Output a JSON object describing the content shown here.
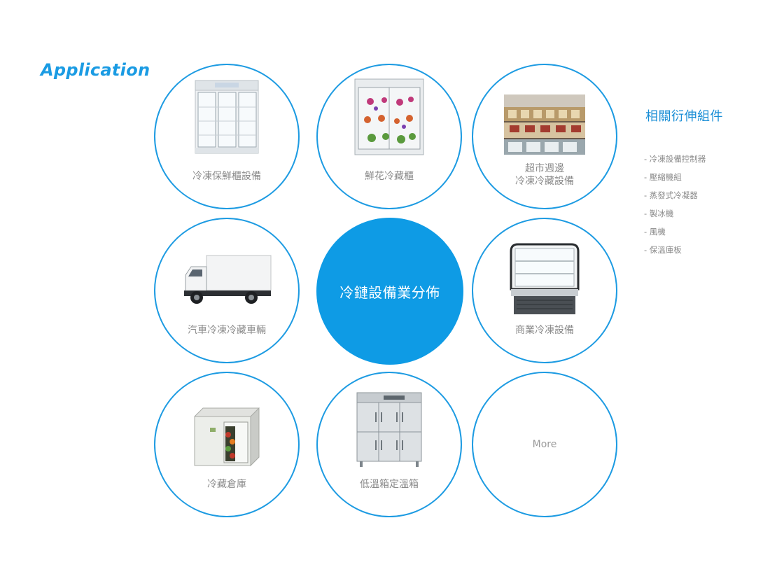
{
  "title": "Application",
  "center": {
    "label": "冷鏈設備業分佈"
  },
  "apps": [
    {
      "label": "冷凍保鮮櫃設備"
    },
    {
      "label": "鮮花冷藏櫃"
    },
    {
      "label": "超市週邊\n冷凍冷藏設備"
    },
    {
      "label": "汽車冷凍冷藏車輛"
    },
    {
      "label": "商業冷凍設備"
    },
    {
      "label": "冷藏倉庫"
    },
    {
      "label": "低溫箱定溫箱"
    }
  ],
  "more": {
    "label": "More"
  },
  "related": {
    "heading": "相關衍伸組件",
    "items": [
      "- 冷凍設備控制器",
      "- 壓縮機組",
      "- 蒸發式冷凝器",
      "- 製冰機",
      "- 風機",
      "- 保溫庫板"
    ]
  }
}
